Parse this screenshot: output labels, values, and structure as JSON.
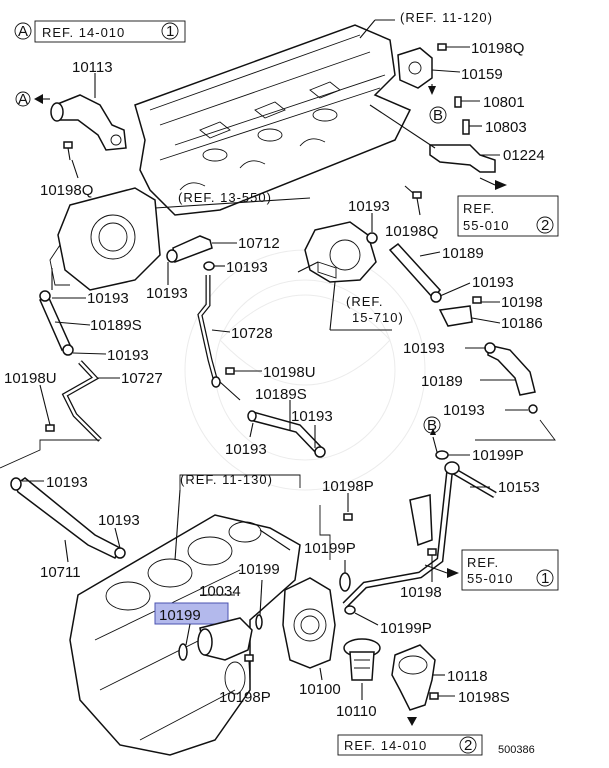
{
  "labels": {
    "p10113": "10113",
    "p10198Q_a": "10198Q",
    "p10198Q_b": "10198Q",
    "p10198Q_c": "10198Q",
    "p10159": "10159",
    "p10801": "10801",
    "p10803": "10803",
    "p01224": "01224",
    "p10193_a": "10193",
    "p10193_b": "10193",
    "p10193_c": "10193",
    "p10193_d": "10193",
    "p10193_e": "10193",
    "p10193_f": "10193",
    "p10193_g": "10193",
    "p10193_h": "10193",
    "p10193_i": "10193",
    "p10193_j": "10193",
    "p10193_k": "10193",
    "p10193_l": "10193",
    "p10712": "10712",
    "p10189": "10189",
    "p10189_b": "10189",
    "p10189S_a": "10189S",
    "p10189S_b": "10189S",
    "p10198": "10198",
    "p10198_b": "10198",
    "p10186": "10186",
    "p10728": "10728",
    "p10198U_a": "10198U",
    "p10198U_b": "10198U",
    "p10727": "10727",
    "p10199P_a": "10199P",
    "p10199P_b": "10199P",
    "p10199P_c": "10199P",
    "p10153": "10153",
    "p10198P_a": "10198P",
    "p10198P_b": "10198P",
    "p10711": "10711",
    "p10034": "10034",
    "p10199_a": "10199",
    "p10199_hl": "10199",
    "p10100": "10100",
    "p10110": "10110",
    "p10118": "10118",
    "p10198S": "10198S",
    "diagram_code": "500386"
  },
  "refs": {
    "ref_14_010_top": "REF. 14-010",
    "ref_14_010_top_num": "1",
    "ref_11_120": "(REF. 11-120)",
    "ref_13_550": "(REF. 13-550)",
    "ref_55_010_2": "REF.",
    "ref_55_010_2_b": "55-010",
    "ref_55_010_2_num": "2",
    "ref_15_710_a": "(REF.",
    "ref_15_710_b": "15-710)",
    "ref_11_130": "(REF. 11-130)",
    "ref_55_010_1": "REF.",
    "ref_55_010_1_b": "55-010",
    "ref_55_010_1_num": "1",
    "ref_14_010_bot": "REF. 14-010",
    "ref_14_010_bot_num": "2"
  },
  "markers": {
    "A": "A",
    "B": "B"
  },
  "colors": {
    "ink": "#111111",
    "highlight_fill": "#b3b9ec",
    "highlight_stroke": "#4b53b0"
  }
}
